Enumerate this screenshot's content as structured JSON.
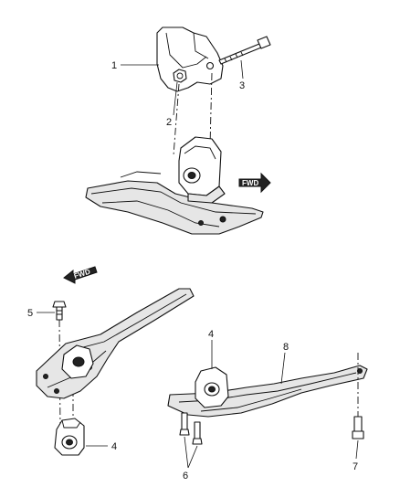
{
  "callouts": {
    "c1": "1",
    "c2": "2",
    "c3": "3",
    "c4_top": "4",
    "c4_bottom": "4",
    "c5": "5",
    "c6": "6",
    "c7": "7",
    "c8": "8"
  },
  "arrows": {
    "fwd_top": "FWD",
    "fwd_left": "FWD"
  }
}
